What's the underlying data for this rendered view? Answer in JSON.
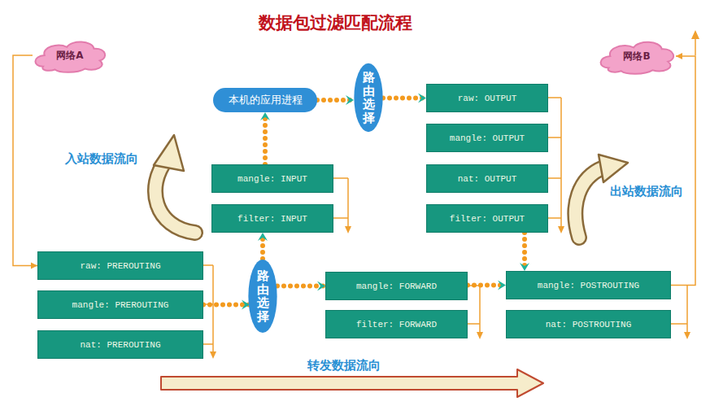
{
  "diagram": {
    "title": "数据包过滤匹配流程",
    "nodes": [
      {
        "text": [
          "网络A"
        ]
      },
      {
        "text": [
          "网络B"
        ]
      },
      {
        "text": [
          "本机的应用进程"
        ]
      },
      {
        "text": [
          "路由选择"
        ]
      },
      {
        "text": [
          "raw: OUTPUT"
        ]
      },
      {
        "text": [
          "mangle: OUTPUT"
        ]
      },
      {
        "text": [
          "nat: OUTPUT"
        ]
      },
      {
        "text": [
          "filter: OUTPUT"
        ]
      },
      {
        "text": [
          "mangle: INPUT"
        ]
      },
      {
        "text": [
          "filter: INPUT"
        ]
      },
      {
        "text": [
          "raw: PREROUTING"
        ]
      },
      {
        "text": [
          "mangle: PREROUTING"
        ]
      },
      {
        "text": [
          "nat: PREROUTING"
        ]
      },
      {
        "text": [
          "路由选择"
        ]
      },
      {
        "text": [
          "mangle: FORWARD"
        ]
      },
      {
        "text": [
          "filter: FORWARD"
        ]
      },
      {
        "text": [
          "mangle: POSTROUTING"
        ]
      },
      {
        "text": [
          "nat: POSTROUTING"
        ]
      }
    ],
    "edges": [
      {
        "from": 0,
        "to": 10,
        "arrow": "to"
      },
      {
        "from": 11,
        "to": 13,
        "arrow": "to"
      },
      {
        "from": 13,
        "to": 14,
        "arrow": "to"
      },
      {
        "from": 13,
        "to": 9,
        "arrow": "to"
      },
      {
        "from": 8,
        "to": 2,
        "arrow": "to"
      },
      {
        "from": 2,
        "to": 3,
        "arrow": "to"
      },
      {
        "from": 3,
        "to": 4,
        "arrow": "to"
      },
      {
        "from": 7,
        "to": 16,
        "arrow": "to"
      },
      {
        "from": 14,
        "to": 16,
        "arrow": "to"
      },
      {
        "from": 16,
        "to": 1,
        "arrow": "to"
      }
    ],
    "labels": [
      "入站数据流向",
      "出站数据流向",
      "转发数据流向"
    ]
  }
}
